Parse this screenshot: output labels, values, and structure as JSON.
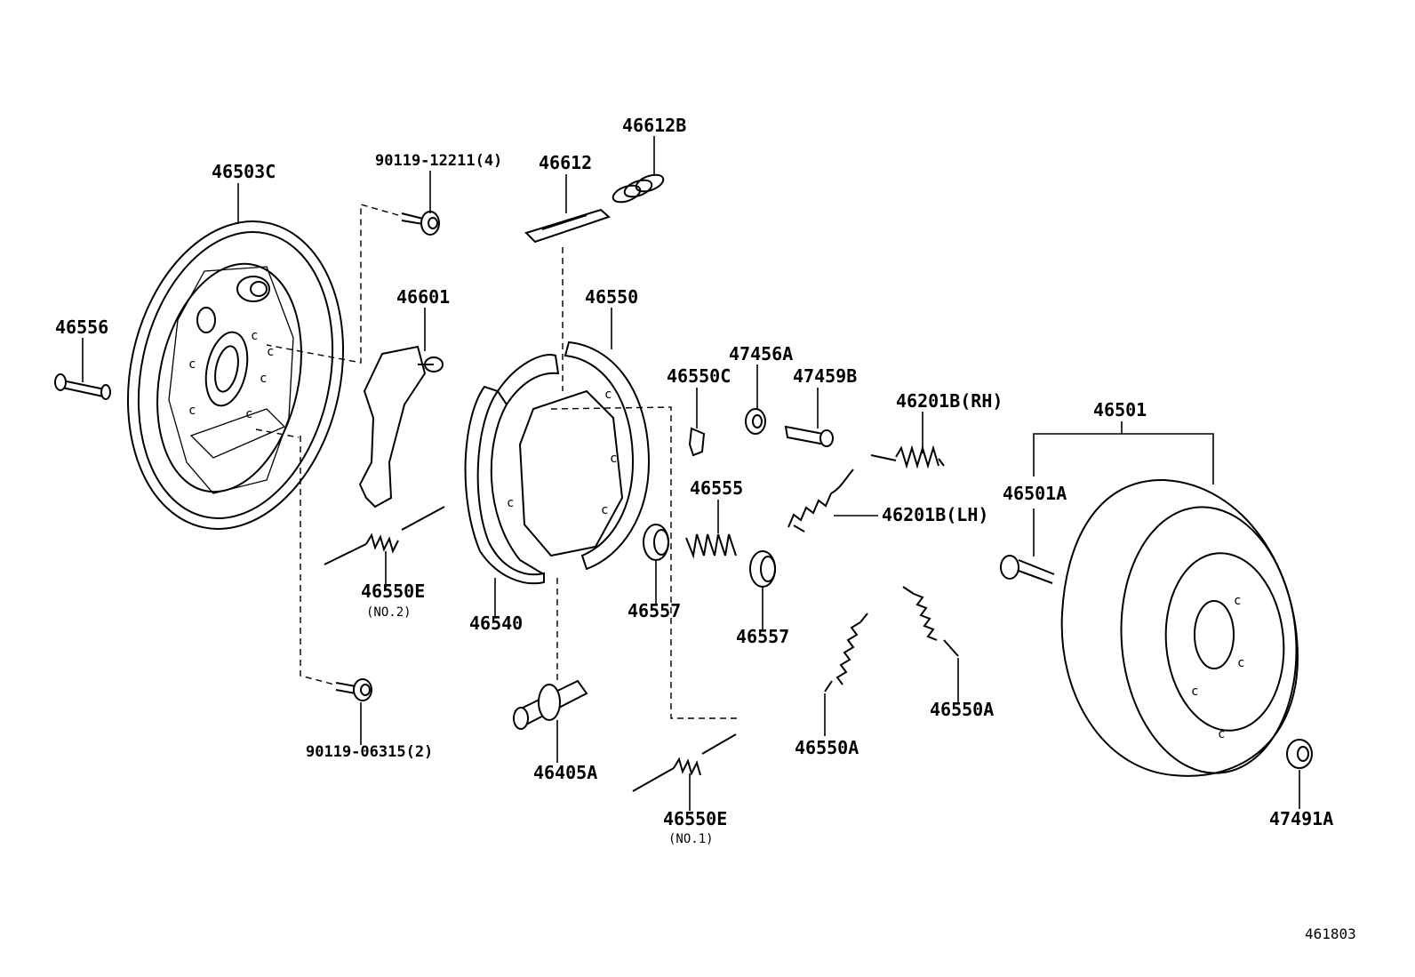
{
  "diagram_id": "461803",
  "labels": {
    "l46503C": "46503C",
    "l90119_12211": "90119-12211(4)",
    "l46612": "46612",
    "l46612B": "46612B",
    "l46556": "46556",
    "l46601": "46601",
    "l46550": "46550",
    "l47456A": "47456A",
    "l46550C": "46550C",
    "l47459B": "47459B",
    "l46201B_RH": "46201B(RH)",
    "l46501": "46501",
    "l46555": "46555",
    "l46201B_LH": "46201B(LH)",
    "l46501A": "46501A",
    "l46550E_2": "46550E",
    "l46550E_2_sub": "(NO.2)",
    "l46540": "46540",
    "l46557a": "46557",
    "l46557b": "46557",
    "l90119_06315": "90119-06315(2)",
    "l46405A": "46405A",
    "l46550A_a": "46550A",
    "l46550A_b": "46550A",
    "l46550E_1": "46550E",
    "l46550E_1_sub": "(NO.1)",
    "l47491A": "47491A"
  }
}
